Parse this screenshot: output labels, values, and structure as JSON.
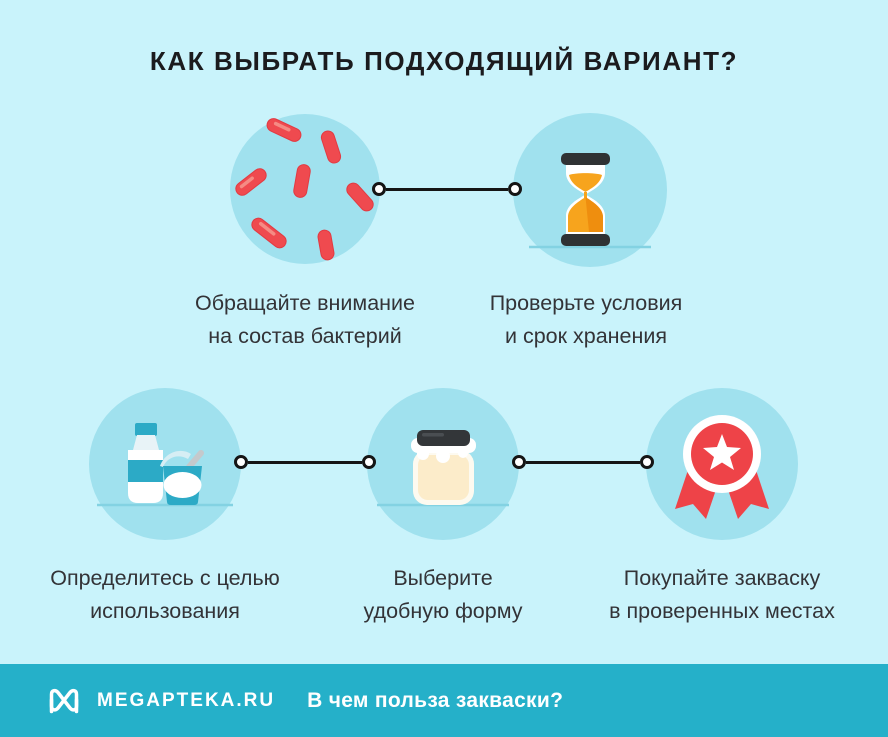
{
  "title": "КАК ВЫБРАТЬ ПОДХОДЯЩИЙ ВАРИАНТ?",
  "steps": [
    {
      "icon": "bacteria-icon",
      "line1": "Обращайте внимание",
      "line2": "на состав бактерий"
    },
    {
      "icon": "hourglass-icon",
      "line1": "Проверьте условия",
      "line2": "и срок хранения"
    },
    {
      "icon": "milk-bottle-and-yogurt-cup-icon",
      "line1": "Определитесь с целью",
      "line2": "использования"
    },
    {
      "icon": "starter-jar-icon",
      "line1": "Выберите",
      "line2": "удобную форму"
    },
    {
      "icon": "award-medal-icon",
      "line1": "Покупайте закваску",
      "line2": "в проверенных местах"
    }
  ],
  "footer": {
    "brand": "MEGAPTEKA.RU",
    "question": "В чем польза закваски?"
  },
  "colors": {
    "background": "#c9f3fb",
    "step_circle": "#a0e1ee",
    "ground_line": "#83d2e2",
    "footer_bar": "#25b0c9",
    "accent_red": "#ee4348",
    "accent_orange": "#f7a41d",
    "accent_teal": "#2caac6",
    "dark_cap": "#2f3234",
    "cream": "#fcecca",
    "text_dark": "#333337",
    "title_dark": "#1b1b1e",
    "connector_black": "#151515"
  }
}
